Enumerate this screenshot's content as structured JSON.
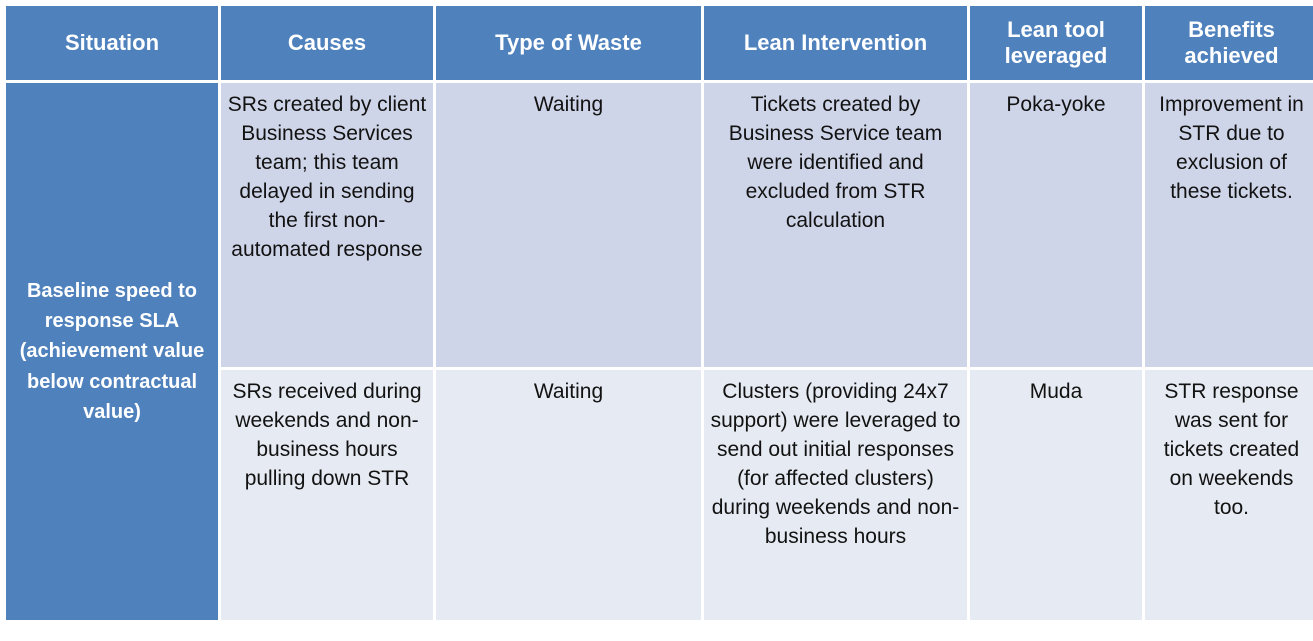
{
  "table": {
    "title": "Lean intervention summary table",
    "colors": {
      "header_bg": "#4F81BD",
      "header_text": "#FFFFFF",
      "row1_bg": "#CFD5E8",
      "row2_bg": "#E6EAF2",
      "body_text": "#121212",
      "page_bg": "#FFFFFF"
    },
    "headers": [
      "Situation",
      "Causes",
      "Type of Waste",
      "Lean Intervention",
      "Lean tool leveraged",
      "Benefits achieved"
    ],
    "situation": "Baseline speed to response  SLA (achievement value below contractual value)",
    "rows": [
      {
        "causes": "SRs created by client Business Services team; this team delayed in sending the first non-automated response",
        "type_of_waste": "Waiting",
        "lean_intervention": "Tickets created by Business Service team were identified and excluded from STR calculation",
        "lean_tool": "Poka-yoke",
        "benefits": "Improvement in STR due to exclusion of these tickets."
      },
      {
        "causes": "SRs received during weekends and non-business hours pulling down STR",
        "type_of_waste": "Waiting",
        "lean_intervention": "Clusters (providing 24x7 support) were leveraged to send out initial responses (for affected clusters) during weekends and non-business hours",
        "lean_tool": "Muda",
        "benefits": "STR response was sent for tickets created on weekends too."
      }
    ]
  }
}
